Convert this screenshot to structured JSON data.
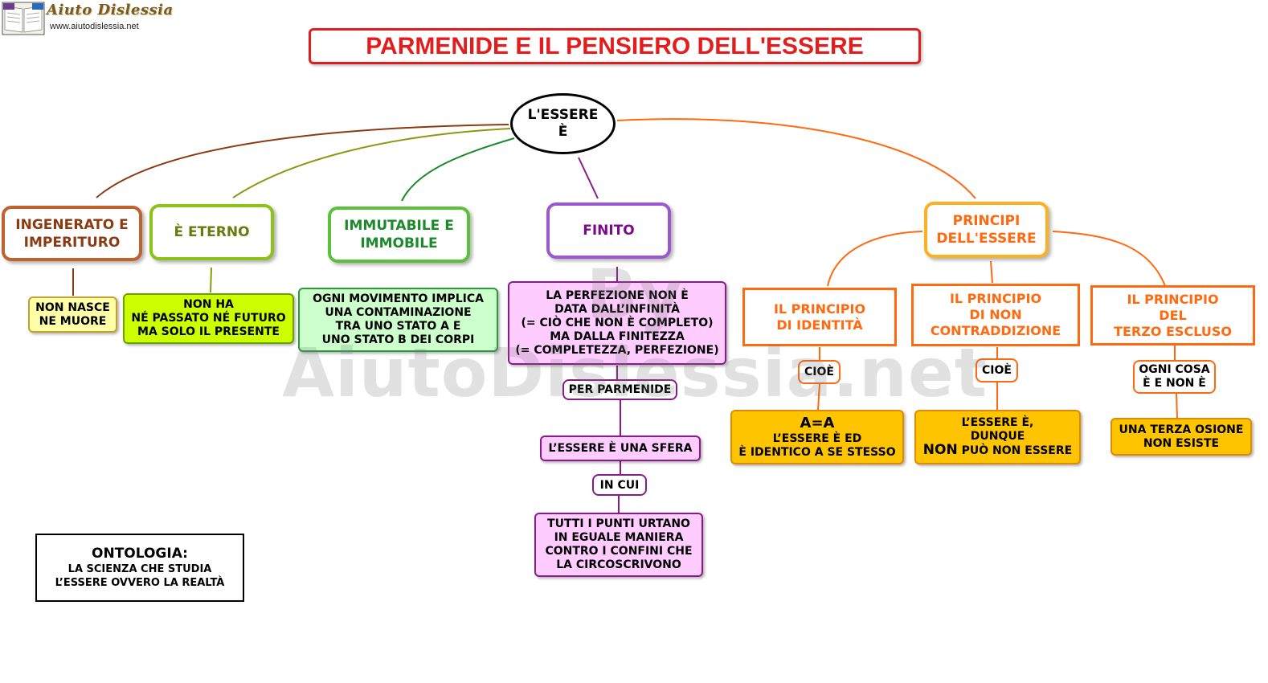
{
  "header": {
    "logo_name": "Aiuto Dislessia",
    "logo_url": "www.aiutodislessia.net",
    "title": "PARMENIDE E IL PENSIERO DELL'ESSERE"
  },
  "root": {
    "line1": "L'ESSERE",
    "line2": "È"
  },
  "branches": {
    "ingenerato": {
      "label_line1": "INGENERATO E",
      "label_line2": "IMPERITURO",
      "detail_line1": "NON NASCE",
      "detail_line2": "NE MUORE"
    },
    "eterno": {
      "label": "È ETERNO",
      "detail_line1": "NON HA",
      "detail_line2": "NÉ PASSATO NÉ FUTURO",
      "detail_line3": "MA SOLO IL PRESENTE"
    },
    "immutabile": {
      "label_line1": "IMMUTABILE E",
      "label_line2": "IMMOBILE",
      "detail_line1": "OGNI MOVIMENTO IMPLICA",
      "detail_line2": "UNA CONTAMINAZIONE",
      "detail_line3": "TRA UNO STATO A E",
      "detail_line4": "UNO STATO B DEI CORPI"
    },
    "finito": {
      "label": "FINITO",
      "detail_line1": "LA PERFEZIONE NON È",
      "detail_line2": "DATA DALL’INFINITÀ",
      "detail_line3": "(= CIÒ CHE NON È COMPLETO)",
      "detail_line4": "MA DALLA FINITEZZA",
      "detail_line5": "(= COMPLETEZZA, PERFEZIONE)",
      "link1": "PER PARMENIDE",
      "sfera": "L’ESSERE È UNA SFERA",
      "link2": "IN CUI",
      "punti_line1": "TUTTI I PUNTI URTANO",
      "punti_line2": "IN EGUALE MANIERA",
      "punti_line3": "CONTRO I CONFINI CHE",
      "punti_line4": "LA CIRCOSCRIVONO"
    },
    "principi": {
      "label_line1": "PRINCIPI",
      "label_line2": "DELL'ESSERE",
      "identita": {
        "line1": "IL PRINCIPIO",
        "line2": "DI IDENTITÀ",
        "link": "CIOÈ",
        "result_line1": "A=A",
        "result_line2": "L’ESSERE È ED",
        "result_line3": "È IDENTICO A SE STESSO"
      },
      "non_contraddizione": {
        "line1": "IL PRINCIPIO",
        "line2": "DI NON",
        "line3": "CONTRADDIZIONE",
        "link": "CIOÈ",
        "result_line1": "L’ESSERE È,",
        "result_line2": "DUNQUE",
        "result_line3a": "NON",
        "result_line3b": " PUÒ NON ESSERE"
      },
      "terzo_escluso": {
        "line1": "IL PRINCIPIO",
        "line2": "DEL",
        "line3": "TERZO ESCLUSO",
        "link_line1": "OGNI COSA",
        "link_line2": "È E NON È",
        "result_line1": "UNA TERZA OSIONE",
        "result_line2": "NON ESISTE"
      }
    }
  },
  "ontology": {
    "heading": "ONTOLOGIA:",
    "line1": "LA SCIENZA CHE STUDIA",
    "line2": "L’ESSERE OVVERO LA REALTÀ"
  },
  "watermark": "By AiutoDislessia.net",
  "colors": {
    "title": "#e31d1d",
    "ingenerato": "#c0622d",
    "eterno": "#8cc21a",
    "immutabile": "#5cc13a",
    "finito": "#9b59d0",
    "principi": "#ff7a1a",
    "highlight_yellow": "#ffc400"
  }
}
